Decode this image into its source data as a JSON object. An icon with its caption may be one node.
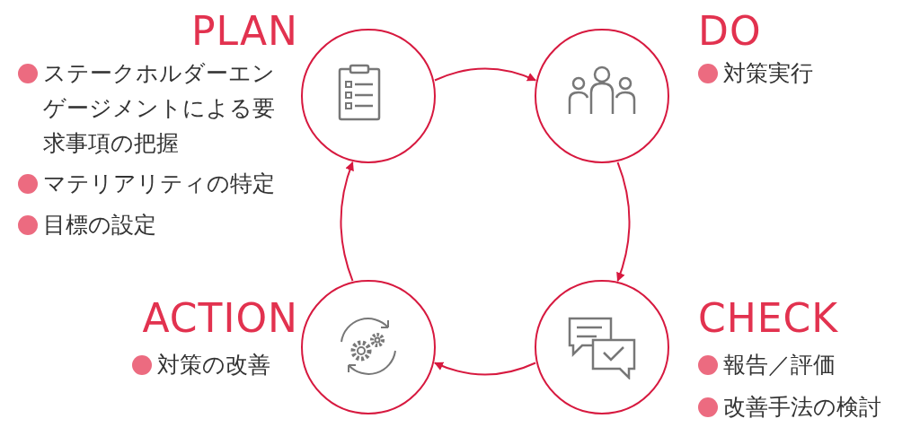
{
  "diagram": {
    "nodes": [
      {
        "text": [
          "PLAN",
          "ステークホルダーエンゲージメントによる要求事項の把握",
          "マテリアリティの特定",
          "目標の設定"
        ]
      },
      {
        "text": [
          "DO",
          "対策実行"
        ]
      },
      {
        "text": [
          "CHECK",
          "報告／評価",
          "改善手法の検討"
        ]
      },
      {
        "text": [
          "ACTION",
          "対策の改善"
        ]
      }
    ],
    "edges": [
      {
        "from": 0,
        "to": 1,
        "arrow": "to"
      },
      {
        "from": 1,
        "to": 2,
        "arrow": "to"
      },
      {
        "from": 2,
        "to": 3,
        "arrow": "to"
      },
      {
        "from": 3,
        "to": 0,
        "arrow": "to"
      }
    ]
  }
}
